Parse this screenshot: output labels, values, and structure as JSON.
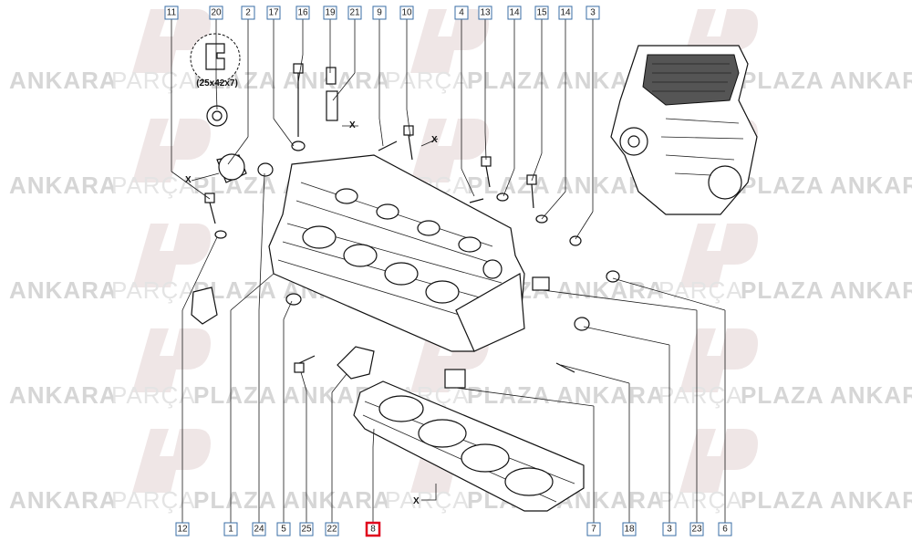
{
  "watermark": {
    "brand_a": "ANKARA",
    "brand_b": "PARÇA",
    "brand_c": "PLAZA"
  },
  "seal_label": "(25x42x7)",
  "x_marker": "X",
  "highlight_color": "#e0001b",
  "callout_color": "#3a6ea5",
  "callouts_top": [
    "11",
    "20",
    "2",
    "17",
    "16",
    "19",
    "21",
    "9",
    "10",
    "4",
    "13",
    "14",
    "15",
    "14",
    "3"
  ],
  "callouts_bottom": [
    "12",
    "1",
    "24",
    "5",
    "25",
    "22",
    "8",
    "7",
    "18",
    "3",
    "23",
    "6"
  ],
  "highlighted_callout": "8"
}
